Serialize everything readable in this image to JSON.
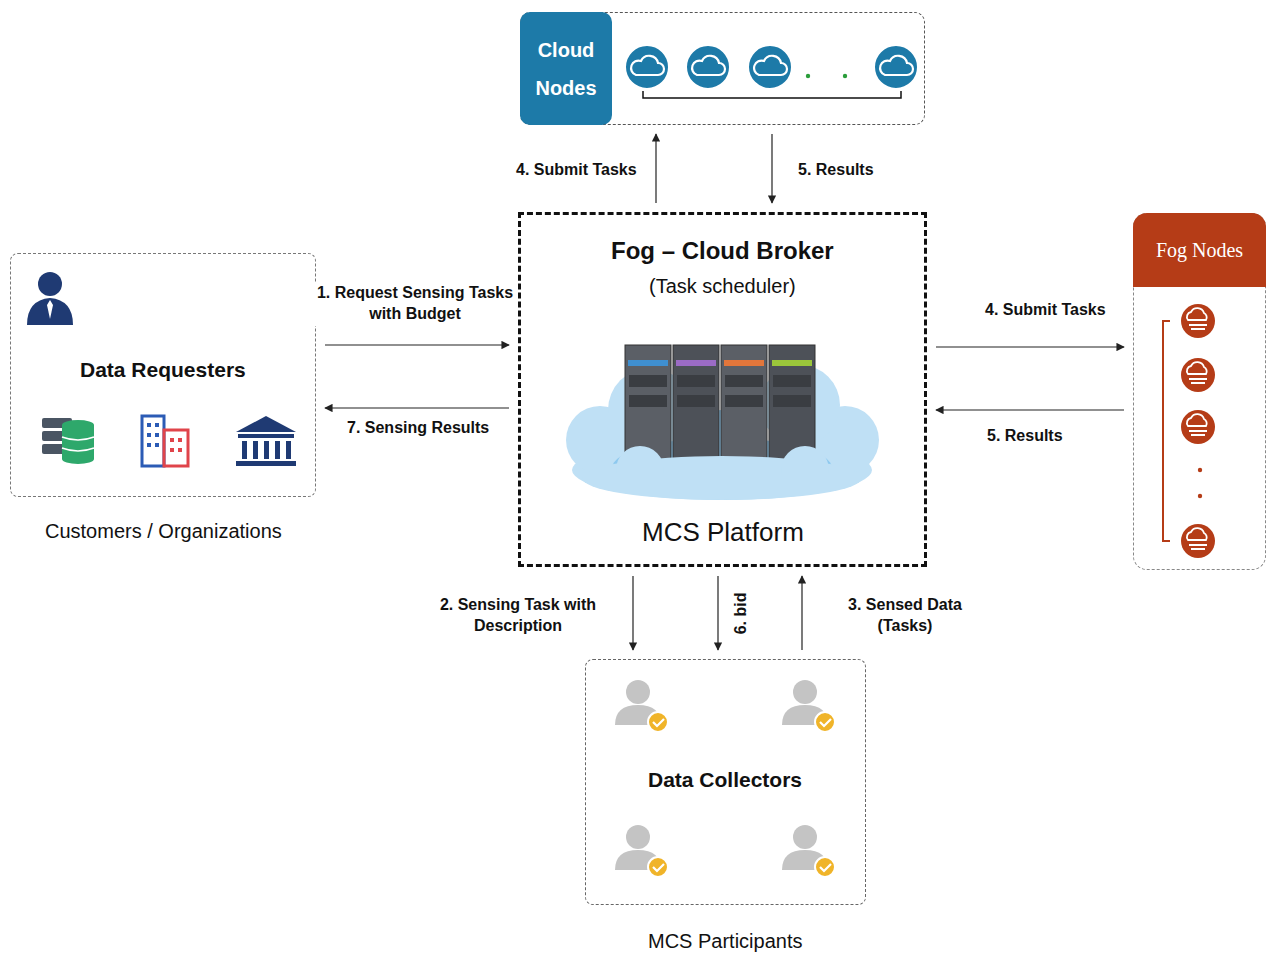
{
  "diagram": {
    "nodes": [
      {
        "text": [
          "Cloud Nodes"
        ]
      },
      {
        "text": [
          "Data Requesters",
          "Customers / Organizations"
        ]
      },
      {
        "text": [
          "Fog – Cloud Broker",
          "(Task scheduler)",
          "MCS Platform"
        ]
      },
      {
        "text": [
          "Fog Nodes"
        ]
      },
      {
        "text": [
          "Data Collectors",
          "MCS Participants"
        ]
      }
    ],
    "edges": [
      {
        "from": 2,
        "to": 0,
        "arrow": "to",
        "label": "4. Submit Tasks"
      },
      {
        "from": 0,
        "to": 2,
        "arrow": "to",
        "label": "5. Results"
      },
      {
        "from": 1,
        "to": 2,
        "arrow": "to",
        "label": "1. Request Sensing Tasks with Budget"
      },
      {
        "from": 2,
        "to": 1,
        "arrow": "to",
        "label": "7. Sensing Results"
      },
      {
        "from": 2,
        "to": 3,
        "arrow": "to",
        "label": "4. Submit Tasks"
      },
      {
        "from": 3,
        "to": 2,
        "arrow": "to",
        "label": "5. Results"
      },
      {
        "from": 2,
        "to": 4,
        "arrow": "to",
        "label": "2. Sensing Task with Description"
      },
      {
        "from": 2,
        "to": 4,
        "arrow": "to",
        "label": "6. bid"
      },
      {
        "from": 4,
        "to": 2,
        "arrow": "to",
        "label": "3. Sensed Data (Tasks)"
      }
    ]
  }
}
